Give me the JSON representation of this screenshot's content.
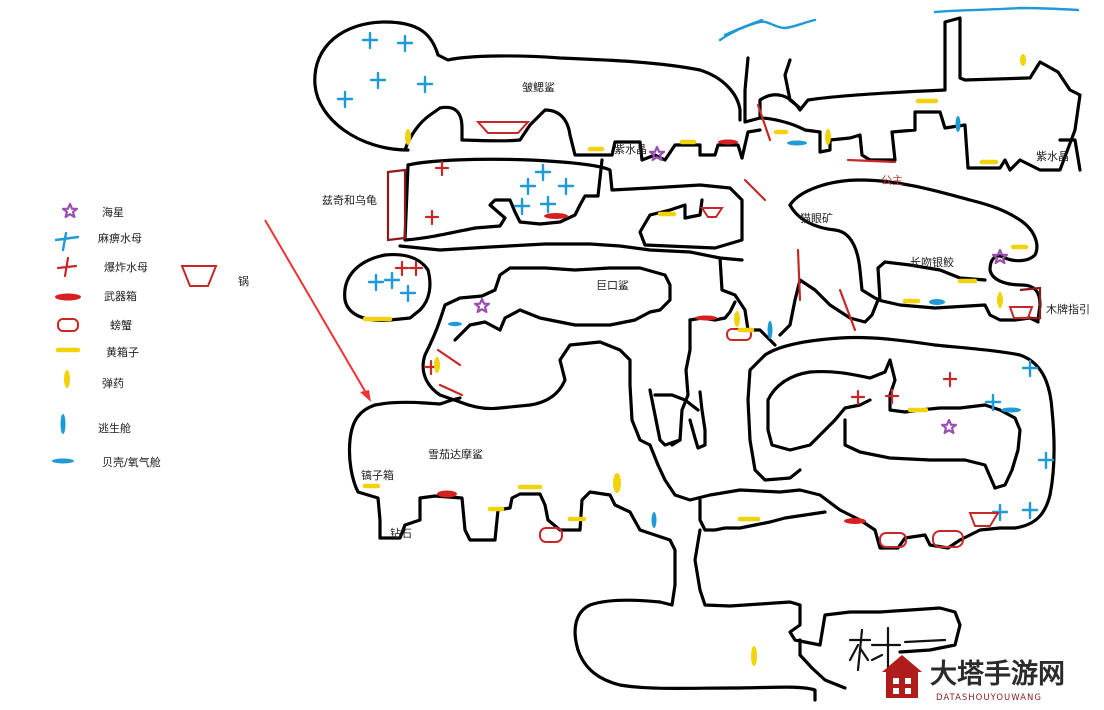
{
  "legend": {
    "items": [
      {
        "icon": "starfish-icon",
        "label": "海星",
        "color": "#9b4fb0"
      },
      {
        "icon": "jellyfish-icon",
        "label": "麻痹水母",
        "color": "#1e9ad6"
      },
      {
        "icon": "explosive-jellyfish-icon",
        "label": "爆炸水母",
        "color": "#c62828"
      },
      {
        "icon": "weapon-box-icon",
        "label": "武器箱",
        "color": "#d62020"
      },
      {
        "icon": "crab-icon",
        "label": "螃蟹",
        "color": "#c62828"
      },
      {
        "icon": "yellow-box-icon",
        "label": "黄箱子",
        "color": "#f2d20a"
      },
      {
        "icon": "ammo-icon",
        "label": "弹药",
        "color": "#f2d20a"
      },
      {
        "icon": "escape-pod-icon",
        "label": "逃生舱",
        "color": "#1e9ad6"
      },
      {
        "icon": "shell-oxygen-icon",
        "label": "贝壳/氧气舱",
        "color": "#1e9ad6"
      }
    ],
    "pot": {
      "icon": "pot-icon",
      "label": "锅",
      "color": "#c62828"
    }
  },
  "map_labels": {
    "frilled_shark": "皱鳃鲨",
    "purple_crystal_1": "紫水晶",
    "purple_crystal_2": "紫水晶",
    "princess": "公主",
    "zizi_turtle": "兹奇和乌龟",
    "catseye_mine": "猫眼矿",
    "megamouth_shark": "巨口鲨",
    "longnose_shark": "长吻银鲛",
    "wood_sign": "木牌指引",
    "cigar_shark": "雪茄达摩鲨",
    "pickaxe_box": "镐子箱",
    "diamond": "钻石"
  },
  "watermark": {
    "title": "大塔手游网",
    "subtitle": "DATASHOUYOUWANG"
  }
}
